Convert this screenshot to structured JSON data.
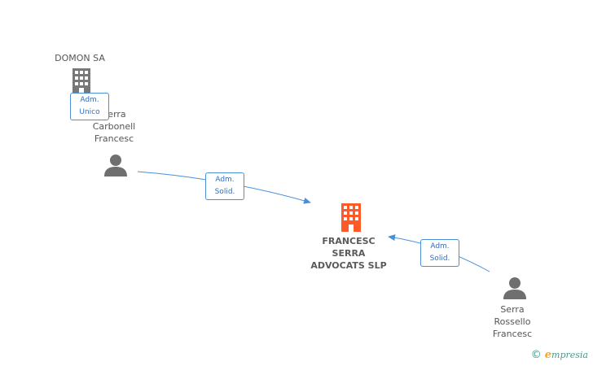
{
  "nodes": {
    "domon": {
      "label": "DOMON SA",
      "type": "company"
    },
    "serra_carbonell": {
      "label": "Serra\nCarbonell\nFrancesc",
      "type": "person"
    },
    "main_company": {
      "label": "FRANCESC\nSERRA\nADVOCATS SLP",
      "type": "company-main"
    },
    "serra_rossello": {
      "label": "Serra\nRossello\nFrancesc",
      "type": "person"
    }
  },
  "relations": {
    "carbonell_domon": "Adm.\nUnico",
    "carbonell_main": "Adm.\nSolid.",
    "rossello_main": "Adm.\nSolid."
  },
  "colors": {
    "company_icon": "#777777",
    "main_company_icon": "#ff5a2a",
    "person_icon": "#6f6f6f",
    "edge": "#4a90d9"
  },
  "brand": {
    "copyright": "©",
    "initial": "e",
    "rest": "mpresia"
  }
}
